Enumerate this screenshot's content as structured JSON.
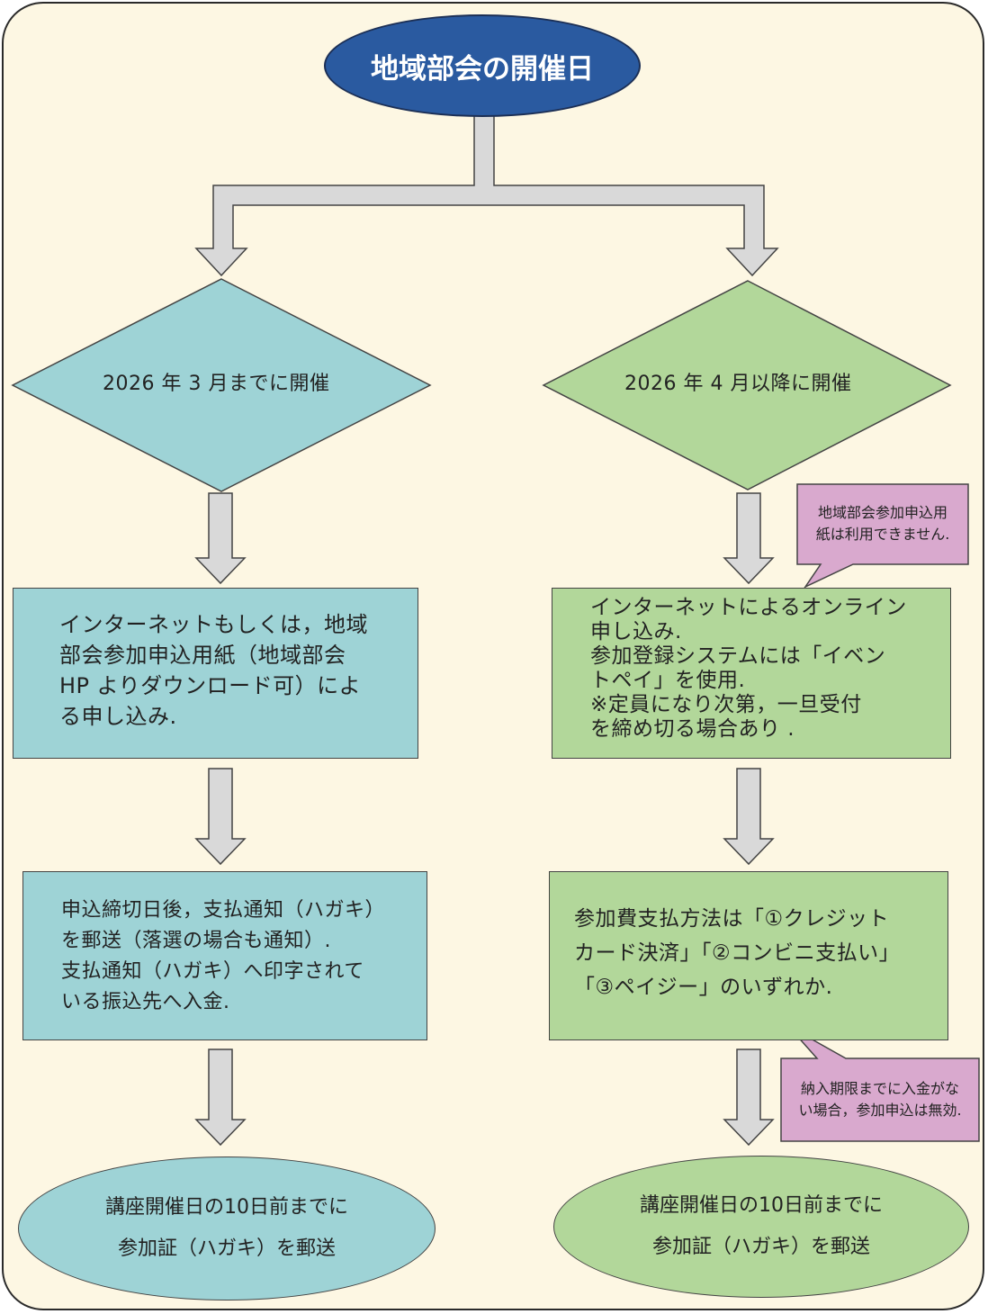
{
  "title": "地域部会の開催日",
  "left": {
    "decision": "2026 年 3 月までに開催",
    "step1": "インターネットもしくは，地域\n部会参加申込用紙（地域部会\nHP よりダウンロード可）によ\nる申し込み.",
    "step2": "申込締切日後，支払通知（ハガキ）\nを郵送（落選の場合も通知）.\n支払通知（ハガキ）へ印字されて\nいる振込先へ入金.",
    "end": "講座開催日の10日前までに\n参加証（ハガキ）を郵送"
  },
  "right": {
    "decision": "2026 年 4 月以降に開催",
    "note1": "地域部会参加申込用\n紙は利用できません.",
    "step1": "インターネットによるオンライン\n申し込み.\n参加登録システムには「イベン\nトペイ」を使用.\n※定員になり次第，一旦受付\nを締め切る場合あり .",
    "step2": "参加費支払方法は「①クレジット\nカード決済」「②コンビニ支払い」\n「③ペイジー」のいずれか.",
    "note2": "納入期限までに入金がな\nい場合，参加申込は無効.",
    "end": "講座開催日の10日前までに\n参加証（ハガキ）を郵送"
  },
  "colors": {
    "title_fill": "#2a5aa0",
    "blue_fill": "#9ed3d6",
    "green_fill": "#b2d79a",
    "note_fill": "#d9a9ce",
    "arrow_fill": "#d9d9d9",
    "background": "#fdf7e3"
  }
}
